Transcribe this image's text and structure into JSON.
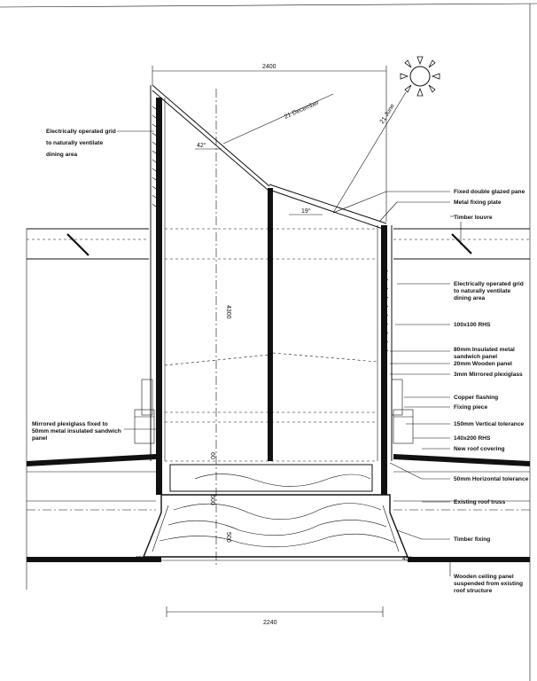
{
  "dimensions": {
    "top_width": "2400",
    "bottom_width": "2240",
    "height": "4300",
    "gap_60": "60",
    "mid_500": "500",
    "bottom_500": "500"
  },
  "angles": {
    "december_angle": "42°",
    "june_angle": "19°",
    "left_base": "45°",
    "right_base": "45°"
  },
  "sun_lines": {
    "december": "21 December",
    "june": "21 June"
  },
  "labels": {
    "left_grid": [
      "Electrically operated grid",
      "to naturally ventilate",
      "dining area"
    ],
    "mirrored": [
      "Mirrored plexiglass fixed to",
      "50mm metal insulated sandwich",
      "panel"
    ],
    "fixed_glazed": "Fixed double glazed pane",
    "metal_plate": "Metal fixing plate",
    "timber_louvre": "Timber louvre",
    "right_grid": [
      "Electrically operated grid",
      "to naturally ventilate",
      "dining area"
    ],
    "rhs100": "100x100 RHS",
    "insulated80": [
      "80mm Insulated metal",
      "sandwich panel"
    ],
    "wooden20": "20mm Wooden panel",
    "mirrored3": "3mm Mirrored plexiglass",
    "copper": "Copper flashing",
    "fixing_piece": "Fixing piece",
    "vertical_tol": "150mm Vertical tolerance",
    "rhs140": "140x200 RHS",
    "new_roof": "New roof covering",
    "horizontal_tol": "50mm Horizontal tolerance",
    "existing_truss": "Existing roof truss",
    "timber_fixing": "Timber fixing",
    "ceiling": [
      "Wooden ceiling panel",
      "suspended from existing",
      "roof structure"
    ]
  }
}
